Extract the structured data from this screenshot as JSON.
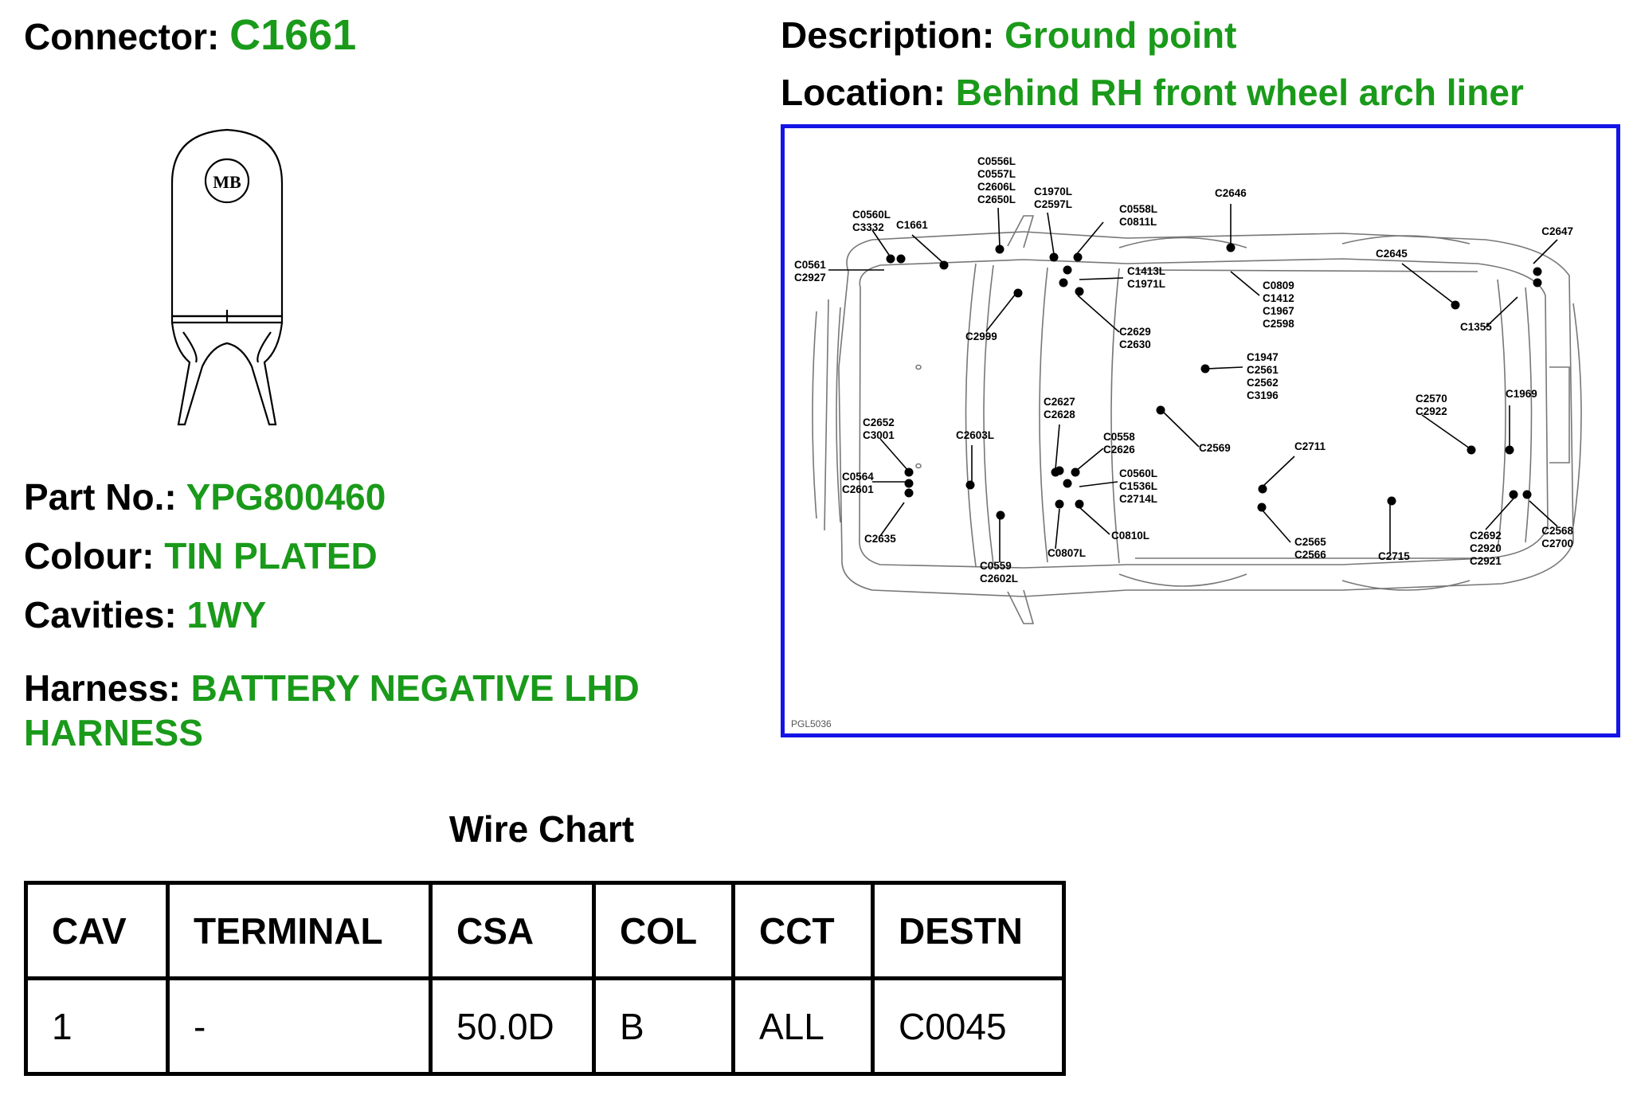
{
  "connector": {
    "label": "Connector:",
    "value": "C1661",
    "stamp": "MB"
  },
  "description": {
    "label": "Description:",
    "value": "Ground point"
  },
  "location": {
    "label": "Location:",
    "value": "Behind RH front wheel arch liner"
  },
  "part_no": {
    "label": "Part No.:",
    "value": "YPG800460"
  },
  "colour": {
    "label": "Colour:",
    "value": "TIN PLATED"
  },
  "cavities": {
    "label": "Cavities:",
    "value": "1WY"
  },
  "harness": {
    "label": "Harness:",
    "value": "BATTERY NEGATIVE LHD HARNESS"
  },
  "location_diagram": {
    "ref": "PGL5036",
    "callouts": [
      {
        "lines": [
          "C0556L",
          "C0557L",
          "C2606L",
          "C2650L"
        ]
      },
      {
        "lines": [
          "C1970L",
          "C2597L"
        ]
      },
      {
        "lines": [
          "C0558L",
          "C0811L"
        ]
      },
      {
        "lines": [
          "C2646"
        ]
      },
      {
        "lines": [
          "C2647"
        ]
      },
      {
        "lines": [
          "C0560L",
          "C3332"
        ]
      },
      {
        "lines": [
          "C1661"
        ]
      },
      {
        "lines": [
          "C0561",
          "C2927"
        ]
      },
      {
        "lines": [
          "C2645"
        ]
      },
      {
        "lines": [
          "C1413L",
          "C1971L"
        ]
      },
      {
        "lines": [
          "C0809",
          "C1412",
          "C1967",
          "C2598"
        ]
      },
      {
        "lines": [
          "C1355"
        ]
      },
      {
        "lines": [
          "C2999"
        ]
      },
      {
        "lines": [
          "C2629",
          "C2630"
        ]
      },
      {
        "lines": [
          "C1947",
          "C2561",
          "C2562",
          "C3196"
        ]
      },
      {
        "lines": [
          "C1969"
        ]
      },
      {
        "lines": [
          "C2570",
          "C2922"
        ]
      },
      {
        "lines": [
          "C2627",
          "C2628"
        ]
      },
      {
        "lines": [
          "C2652",
          "C3001"
        ]
      },
      {
        "lines": [
          "C2603L"
        ]
      },
      {
        "lines": [
          "C0558",
          "C2626"
        ]
      },
      {
        "lines": [
          "C2569"
        ]
      },
      {
        "lines": [
          "C2711"
        ]
      },
      {
        "lines": [
          "C0564",
          "C2601"
        ]
      },
      {
        "lines": [
          "C0560L",
          "C1536L",
          "C2714L"
        ]
      },
      {
        "lines": [
          "C2635"
        ]
      },
      {
        "lines": [
          "C0810L"
        ]
      },
      {
        "lines": [
          "C2565",
          "C2566"
        ]
      },
      {
        "lines": [
          "C2692",
          "C2920",
          "C2921"
        ]
      },
      {
        "lines": [
          "C2568",
          "C2700"
        ]
      },
      {
        "lines": [
          "C0807L"
        ]
      },
      {
        "lines": [
          "C2715"
        ]
      },
      {
        "lines": [
          "C0559",
          "C2602L"
        ]
      }
    ]
  },
  "wire_chart": {
    "title": "Wire Chart",
    "headers": [
      "CAV",
      "TERMINAL",
      "CSA",
      "COL",
      "CCT",
      "DESTN"
    ],
    "rows": [
      [
        "1",
        "-",
        "50.0D",
        "B",
        "ALL",
        "C0045"
      ]
    ]
  }
}
